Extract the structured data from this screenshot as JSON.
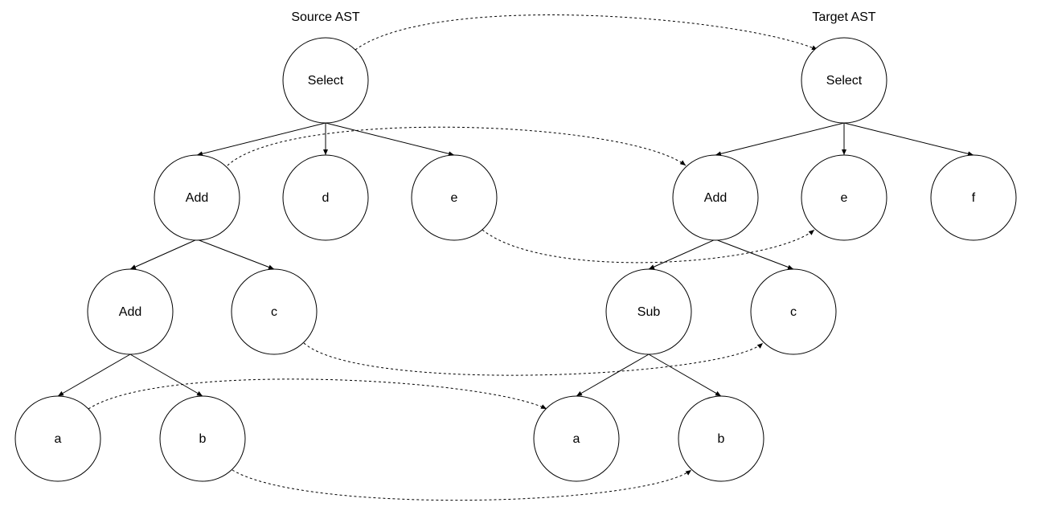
{
  "titles": {
    "source": "Source AST",
    "target": "Target AST"
  },
  "source_tree": {
    "select": "Select",
    "add1": "Add",
    "d": "d",
    "e": "e",
    "add2": "Add",
    "c": "c",
    "a": "a",
    "b": "b"
  },
  "target_tree": {
    "select": "Select",
    "add": "Add",
    "e": "e",
    "f": "f",
    "sub": "Sub",
    "c": "c",
    "a": "a",
    "b": "b"
  },
  "colors": {
    "stroke": "#000000",
    "background": "#ffffff"
  }
}
